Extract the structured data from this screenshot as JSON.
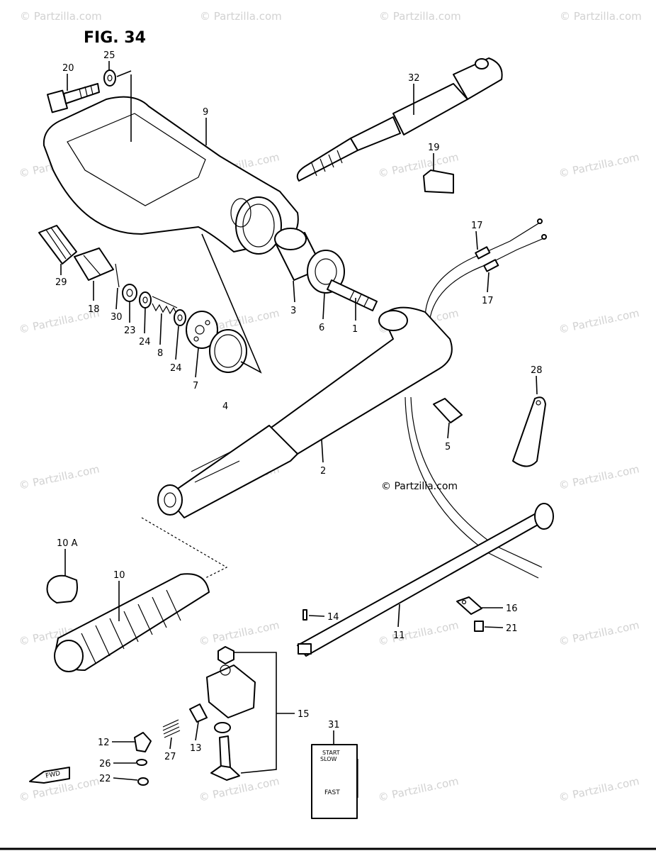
{
  "figure": {
    "title": "FIG. 34"
  },
  "watermark": {
    "text": "© Partzilla.com"
  },
  "credit": {
    "text": "© Partzilla.com"
  },
  "decal": {
    "slow_line1": "START",
    "slow_line2": "SLOW",
    "fast": "FAST"
  },
  "front_arrow": {
    "text": "FWD"
  },
  "callouts": {
    "c1": "1",
    "c2": "2",
    "c3": "3",
    "c4": "4",
    "c5": "5",
    "c6": "6",
    "c7": "7",
    "c8": "8",
    "c9": "9",
    "c10": "10",
    "c10a": "10 A",
    "c11": "11",
    "c12": "12",
    "c13": "13",
    "c14": "14",
    "c15": "15",
    "c16": "16",
    "c17a": "17",
    "c17b": "17",
    "c18": "18",
    "c19": "19",
    "c20": "20",
    "c21": "21",
    "c22": "22",
    "c23": "23",
    "c24a": "24",
    "c24b": "24",
    "c25": "25",
    "c26": "26",
    "c27": "27",
    "c28": "28",
    "c29": "29",
    "c30": "30",
    "c31": "31",
    "c32": "32"
  }
}
